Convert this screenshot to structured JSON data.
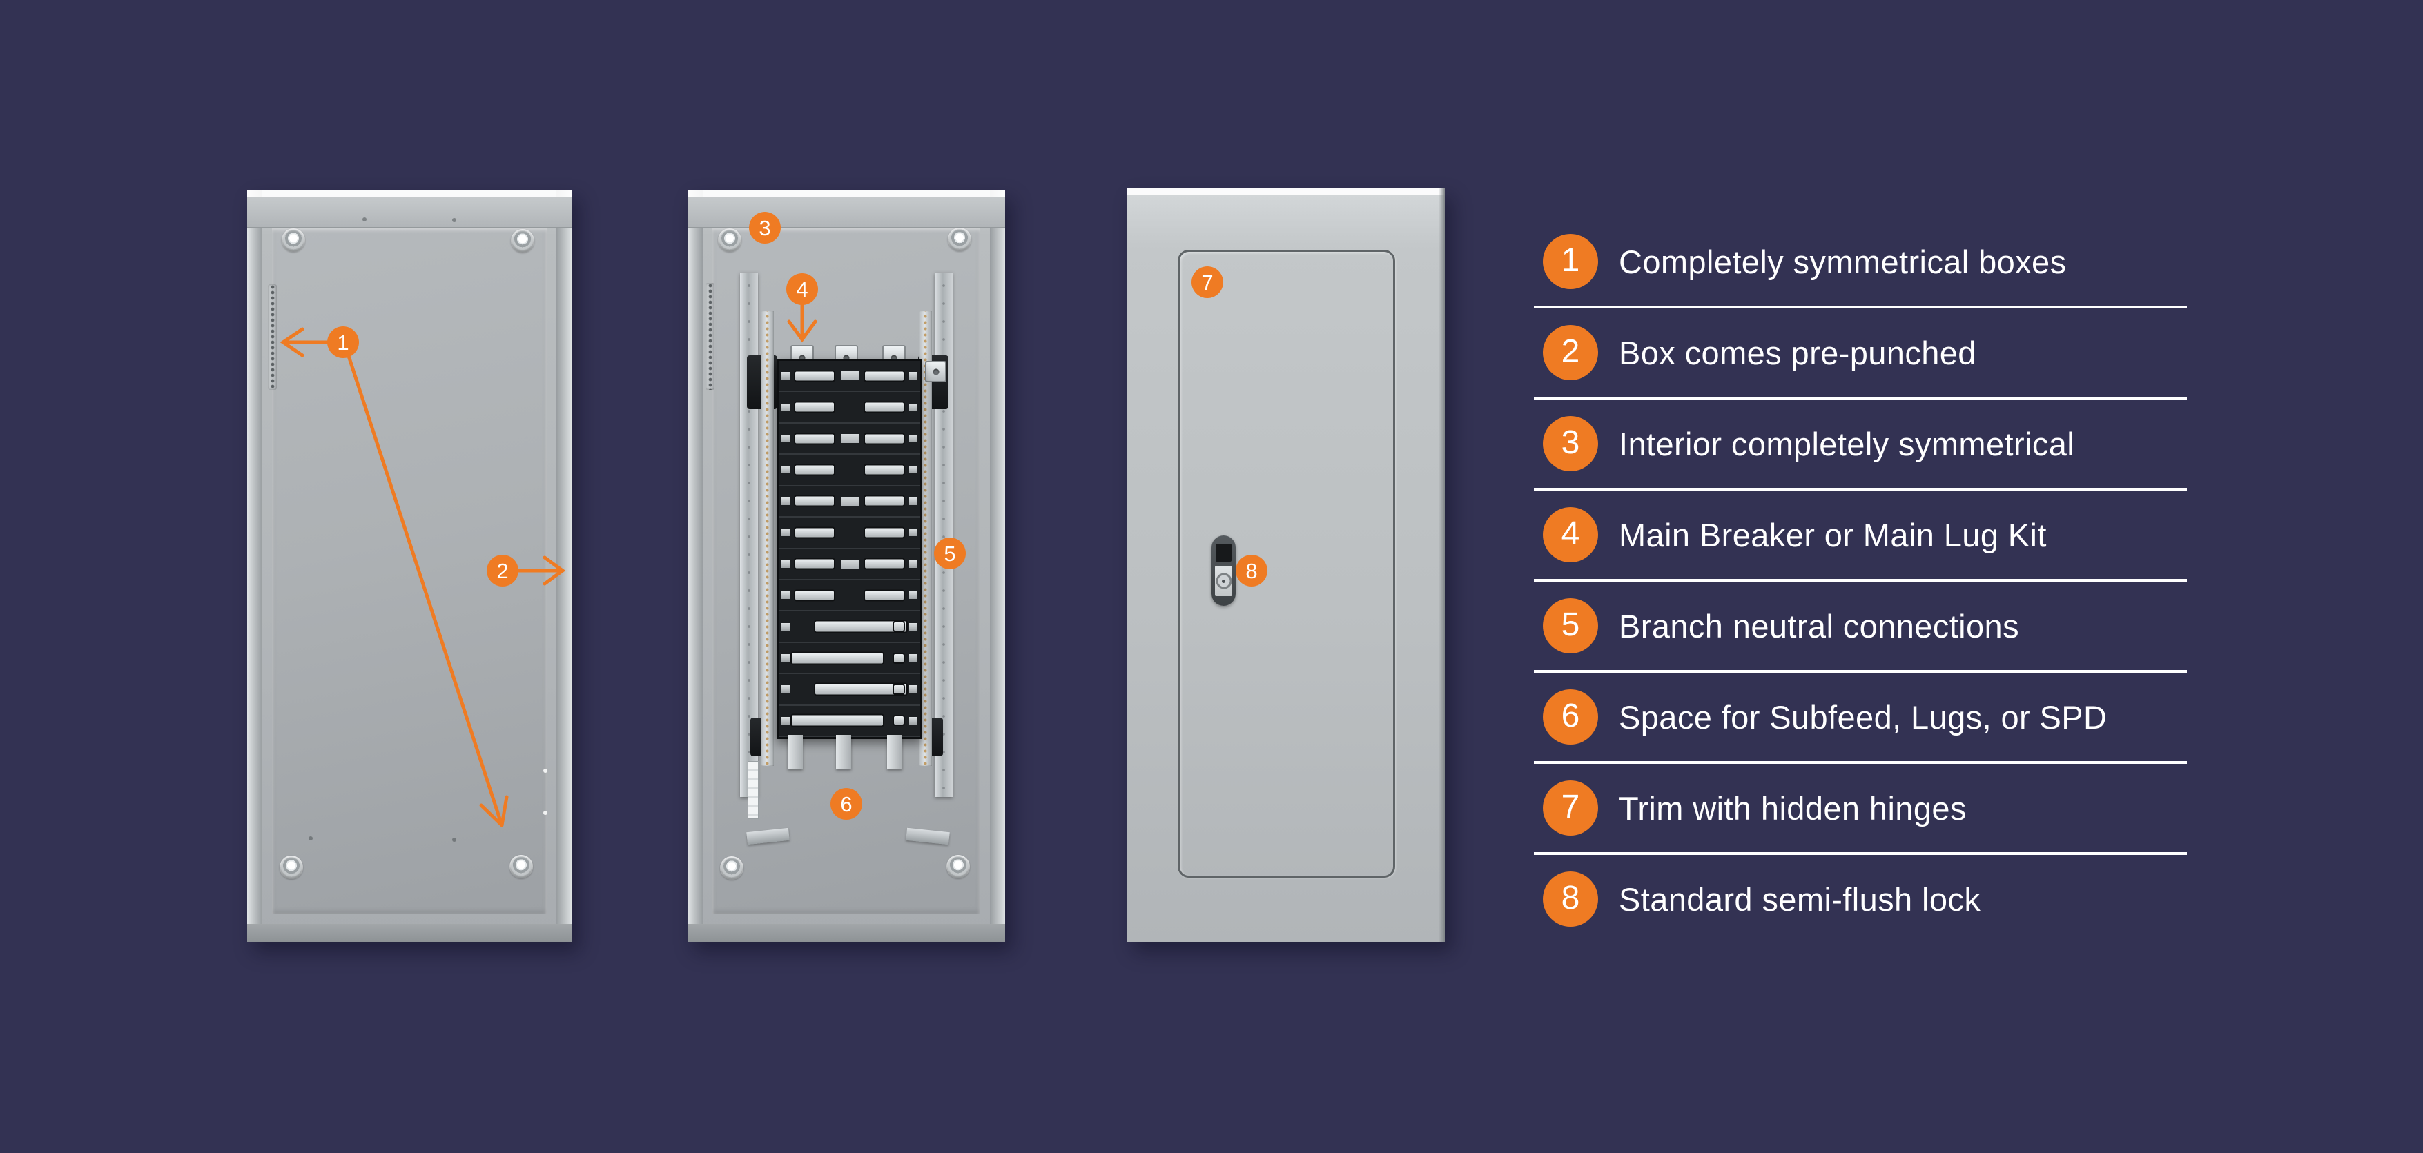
{
  "colors": {
    "background": "#333253",
    "accent_orange": "#EF7B23",
    "divider": "#FFFFFF",
    "panel_gray": "#B6BABC",
    "breaker_black": "#1C1F22"
  },
  "legend": {
    "items": [
      {
        "number": "1",
        "label": "Completely symmetrical boxes"
      },
      {
        "number": "2",
        "label": "Box comes pre-punched"
      },
      {
        "number": "3",
        "label": "Interior completely symmetrical"
      },
      {
        "number": "4",
        "label": "Main Breaker or Main Lug Kit"
      },
      {
        "number": "5",
        "label": "Branch neutral connections"
      },
      {
        "number": "6",
        "label": "Space for Subfeed, Lugs, or SPD"
      },
      {
        "number": "7",
        "label": "Trim with hidden hinges"
      },
      {
        "number": "8",
        "label": "Standard semi-flush lock"
      }
    ]
  },
  "callouts": {
    "box": [
      "1",
      "2"
    ],
    "interior": [
      "3",
      "4",
      "5",
      "6"
    ],
    "trim": [
      "7",
      "8"
    ]
  }
}
